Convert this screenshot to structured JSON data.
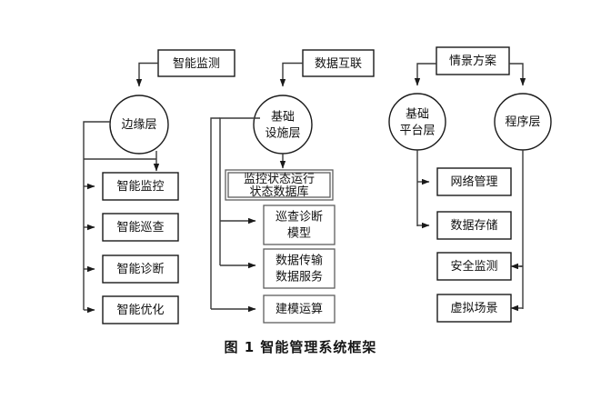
{
  "figure": {
    "caption": "图 1  智能管理系统框架",
    "background_color": "#ffffff",
    "line_color": "#3a3a3a",
    "text_color": "#111111"
  },
  "columns": {
    "left": {
      "source_box": "智能监测",
      "hub": "边缘层",
      "items": [
        "智能监控",
        "智能巡查",
        "智能诊断",
        "智能优化"
      ]
    },
    "middle": {
      "source_box": "数据互联",
      "hub_line1": "基础",
      "hub_line2": "设施层",
      "items": [
        "监控状态运行",
        "状态数据库",
        "巡查诊断",
        "模型",
        "数据传输",
        "数据服务",
        "建模运算"
      ],
      "item_db_line1": "监控状态运行",
      "item_db_line2": "状态数据库",
      "item_model_line1": "巡查诊断",
      "item_model_line2": "模型",
      "item_service_line1": "数据传输",
      "item_service_line2": "数据服务",
      "item_compute": "建模运算"
    },
    "right": {
      "source_box": "情景方案",
      "hub_a_line1": "基础",
      "hub_a_line2": "平台层",
      "hub_b": "程序层",
      "items_from_platform": [
        "网络管理",
        "数据存储"
      ],
      "items_from_program": [
        "安全监测",
        "虚拟场景"
      ]
    }
  }
}
